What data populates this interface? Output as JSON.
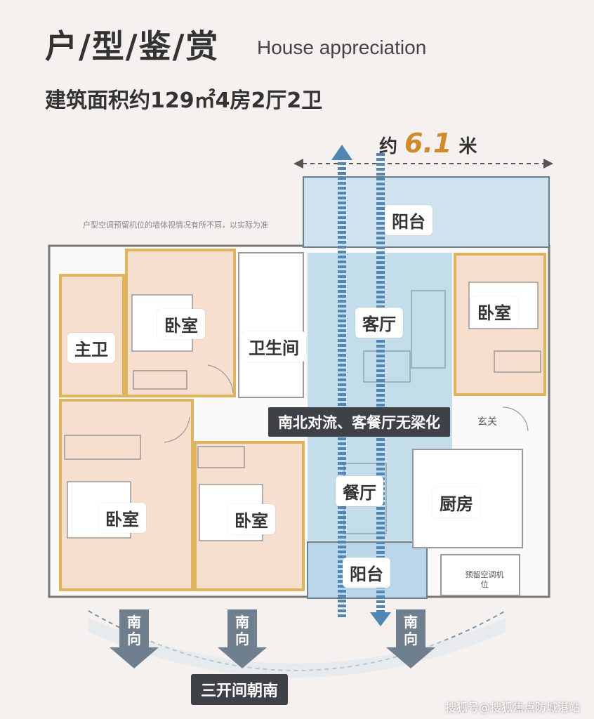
{
  "header": {
    "title_zh": "户/型/鉴/赏",
    "title_en": "House appreciation",
    "subtitle": "建筑面积约129㎡4房2厅2卫"
  },
  "dimension": {
    "prefix": "约",
    "value": "6.1",
    "unit": "米"
  },
  "note": "户型空调预留机位的墙体视情况有所不同，以实际为准",
  "rooms": {
    "balcony_north": "阳台",
    "bedroom_1": "卧室",
    "master_bath": "主卫",
    "bathroom": "卫生间",
    "living_room": "客厅",
    "bedroom_2": "卧室",
    "bedroom_3": "卧室",
    "bedroom_4": "卧室",
    "dining_room": "餐厅",
    "kitchen": "厨房",
    "balcony_south": "阳台",
    "entrance": "玄关",
    "ac_reserve": "预留空调机位"
  },
  "tags": {
    "ventilation": "南北对流、客餐厅无梁化",
    "bottom": "三开间朝南"
  },
  "south_badges": [
    "南向",
    "南向",
    "南向"
  ],
  "watermark": "搜狐号@搜狐焦点防城港站",
  "colors": {
    "bedroom_fill": "#f6dfcf",
    "bedroom_border": "#e0b45a",
    "highlight_blue": "#b9d7e8",
    "arrow_blue": "#4f86b5",
    "tag_dark": "#3e4145"
  }
}
